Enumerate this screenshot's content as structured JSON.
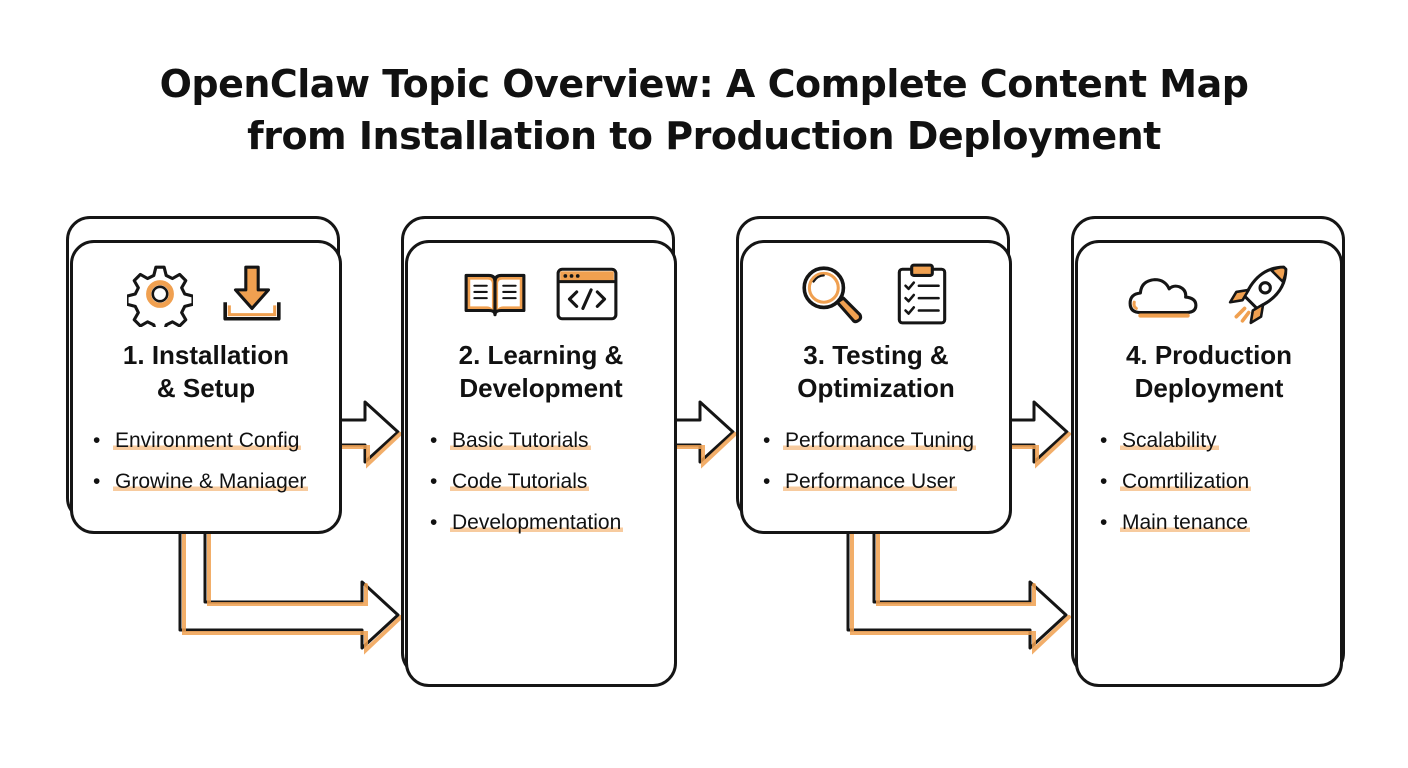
{
  "title": {
    "line1": "OpenClaw Topic Overview: A Complete Content Map",
    "line2": "from Installation to Production Deployment"
  },
  "colors": {
    "accent": "#F0A050",
    "outline": "#151515"
  },
  "cards": [
    {
      "number_title_line1": "1. Installation",
      "number_title_line2": "& Setup",
      "icons": [
        "gear-icon",
        "download-icon"
      ],
      "items": [
        "Environment Config",
        "Growine & Maniager"
      ]
    },
    {
      "number_title_line1": "2. Learning &",
      "number_title_line2": "Development",
      "icons": [
        "open-book-icon",
        "code-window-icon"
      ],
      "items": [
        "Basic Tutorials",
        "Code Tutorials",
        "Developmentation"
      ]
    },
    {
      "number_title_line1": "3. Testing &",
      "number_title_line2": "Optimization",
      "icons": [
        "magnifier-icon",
        "checklist-icon"
      ],
      "items": [
        "Performance Tuning",
        "Performance User"
      ]
    },
    {
      "number_title_line1": "4. Production",
      "number_title_line2": "Deployment",
      "icons": [
        "cloud-icon",
        "rocket-icon"
      ],
      "items": [
        "Scalability",
        "Comrtilization",
        "Main tenance"
      ]
    }
  ]
}
